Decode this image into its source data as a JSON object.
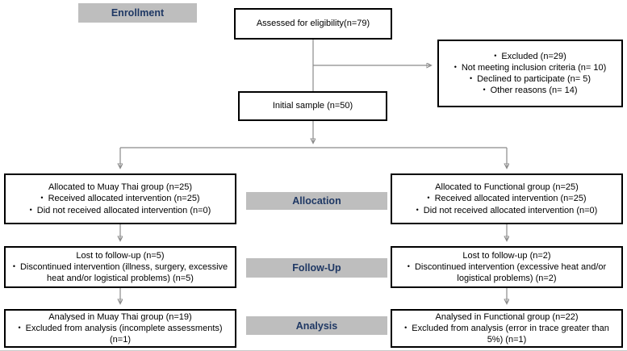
{
  "stages": {
    "enrollment": "Enrollment",
    "allocation": "Allocation",
    "follow_up": "Follow-Up",
    "analysis": "Analysis"
  },
  "colors": {
    "stage_bar_bg": "#bebebe",
    "stage_bar_text": "#1f3864",
    "box_border": "#000000",
    "connector": "#8a8a8a"
  },
  "boxes": {
    "assessed": {
      "lines": [
        {
          "text": "Assessed for eligibility(n=79)",
          "bullet": false
        }
      ]
    },
    "excluded": {
      "lines": [
        {
          "text": "Excluded (n=29)",
          "bullet": true
        },
        {
          "text": "Not meeting inclusion criteria (n= 10)",
          "bullet": true
        },
        {
          "text": "Declined to participate (n= 5)",
          "bullet": true
        },
        {
          "text": "Other reasons (n= 14)",
          "bullet": true
        }
      ]
    },
    "initial_sample": {
      "lines": [
        {
          "text": "Initial sample (n=50)",
          "bullet": false
        }
      ]
    },
    "allocation_muay_thai": {
      "lines": [
        {
          "text": "Allocated to Muay Thai group (n=25)",
          "bullet": false
        },
        {
          "text": "Received allocated intervention (n=25)",
          "bullet": true
        },
        {
          "text": "Did not received allocated intervention (n=0)",
          "bullet": true
        }
      ]
    },
    "allocation_functional": {
      "lines": [
        {
          "text": "Allocated to Functional group (n=25)",
          "bullet": false
        },
        {
          "text": "Received allocated intervention (n=25)",
          "bullet": true
        },
        {
          "text": "Did not received allocated intervention (n=0)",
          "bullet": true
        }
      ]
    },
    "followup_muay_thai": {
      "lines": [
        {
          "text": "Lost to follow-up (n=5)",
          "bullet": false
        },
        {
          "text": "Discontinued intervention (illness, surgery, excessive heat and/or logistical problems) (n=5)",
          "bullet": true
        }
      ]
    },
    "followup_functional": {
      "lines": [
        {
          "text": "Lost to follow-up (n=2)",
          "bullet": false
        },
        {
          "text": "Discontinued intervention (excessive heat and/or logistical problems) (n=2)",
          "bullet": true
        }
      ]
    },
    "analysis_muay_thai": {
      "lines": [
        {
          "text": "Analysed in Muay Thai group (n=19)",
          "bullet": false
        },
        {
          "text": "Excluded from analysis (incomplete assessments) (n=1)",
          "bullet": true
        }
      ]
    },
    "analysis_functional": {
      "lines": [
        {
          "text": "Analysed in Functional group (n=22)",
          "bullet": false
        },
        {
          "text": "Excluded from analysis (error in trace greater than 5%) (n=1)",
          "bullet": true
        }
      ]
    }
  }
}
